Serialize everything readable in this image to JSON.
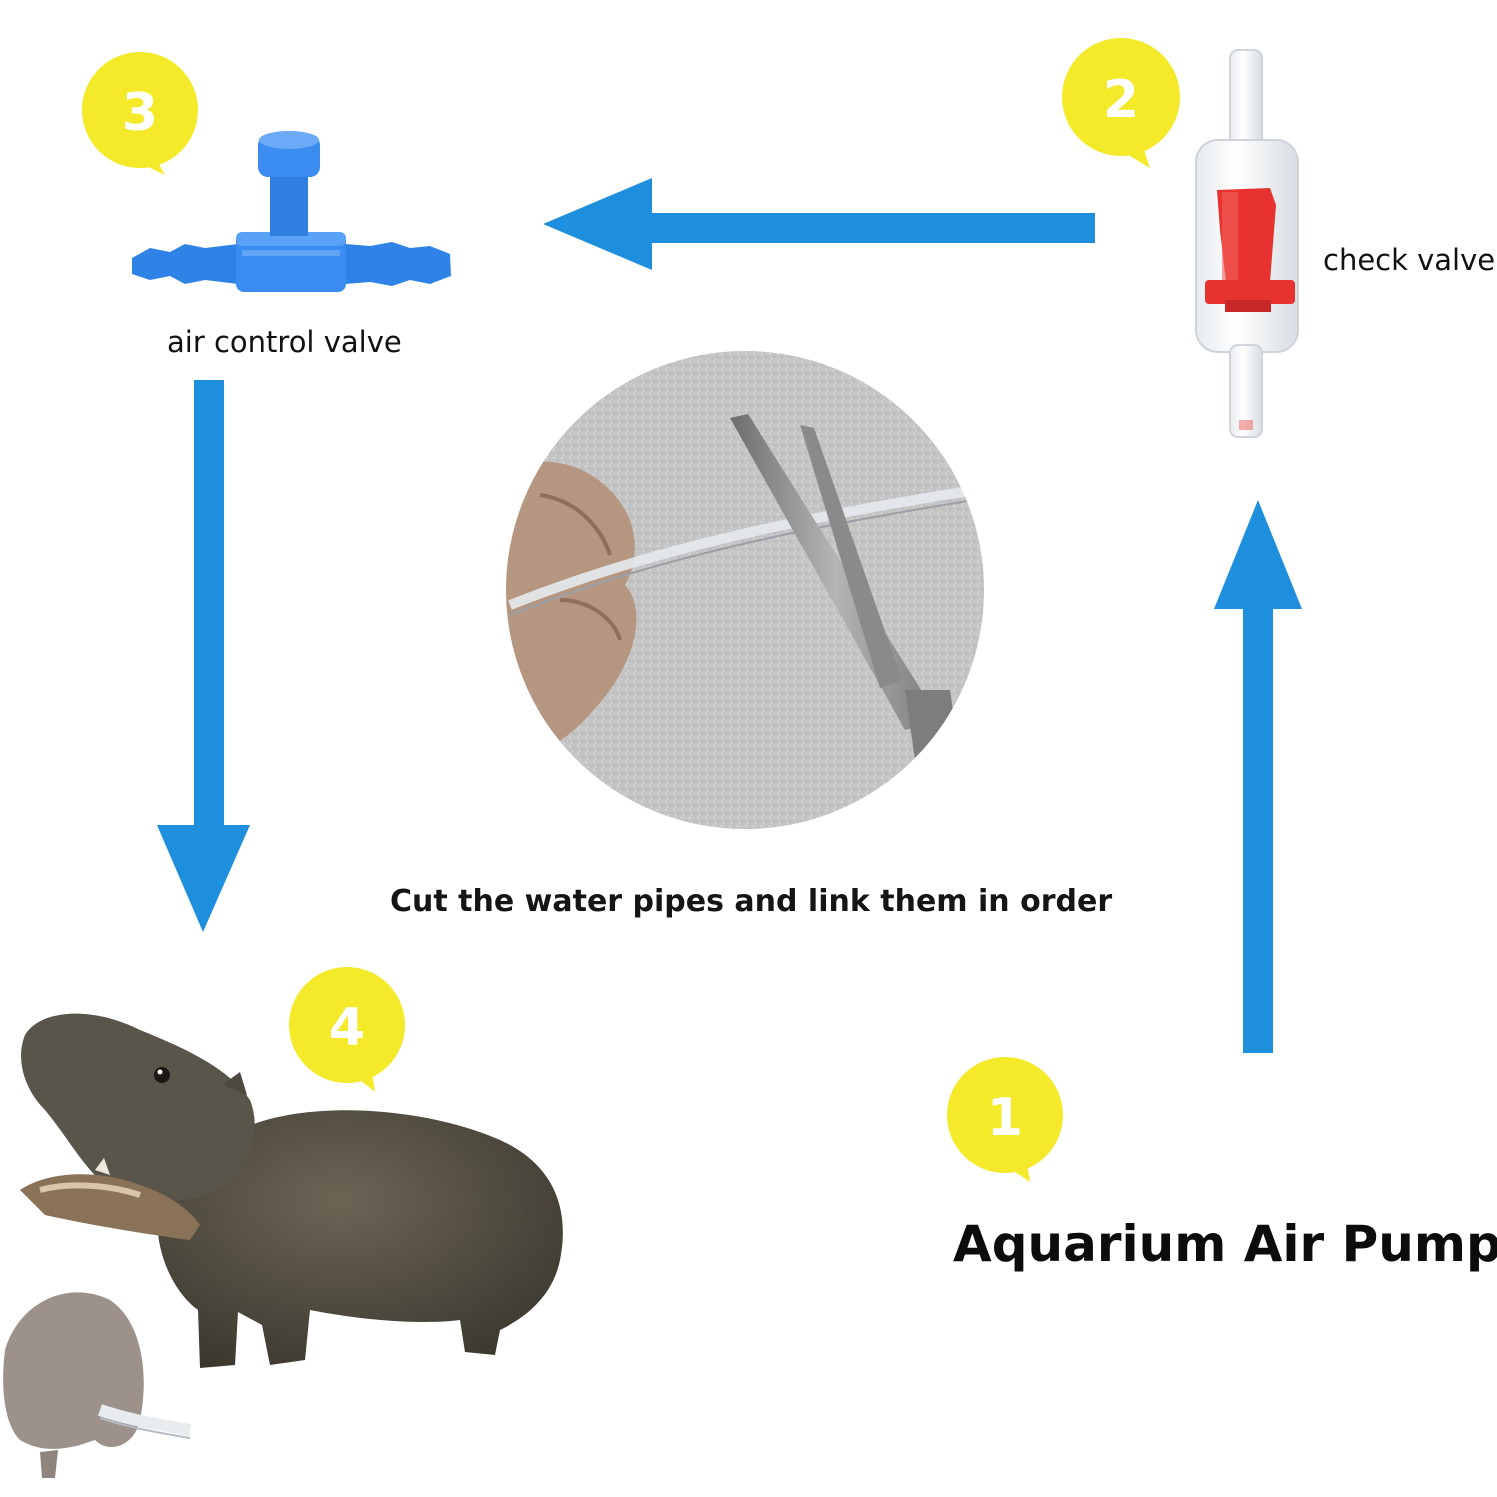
{
  "labels": {
    "air_control_valve": "air control valve",
    "check_valve": "check valve",
    "instruction": "Cut the water pipes and link them in order",
    "air_pump": "Aquarium Air Pump"
  },
  "steps": [
    "1",
    "2",
    "3",
    "4"
  ],
  "colors": {
    "arrow": "#1e8fdc",
    "badge": "#f4ea2a",
    "badge_text": "#ffffff",
    "valve_blue": "#2f82e6",
    "check_valve_red": "#e8322f",
    "foam_gray": "#c9c9c9",
    "hippo": "#4f4a3f"
  },
  "icons": [
    "step-badge-icon",
    "arrow-icon",
    "air-control-valve-icon",
    "check-valve-icon",
    "scissors-cutting-tube-photo",
    "hippo-figure-photo"
  ]
}
